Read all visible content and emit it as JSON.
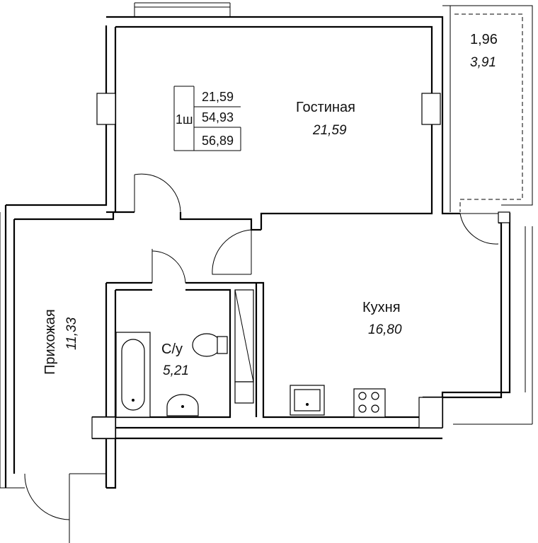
{
  "summary": {
    "unit": "1ш",
    "values": [
      "21,59",
      "54,93",
      "56,89"
    ]
  },
  "rooms": [
    {
      "id": "living",
      "name": "Гостиная",
      "area": "21,59"
    },
    {
      "id": "kitchen",
      "name": "Кухня",
      "area": "16,80"
    },
    {
      "id": "hallway",
      "name": "Прихожая",
      "area": "11,33"
    },
    {
      "id": "bathroom",
      "name": "С/у",
      "area": "5,21"
    },
    {
      "id": "balcony",
      "name": "",
      "area_primary": "1,96",
      "area_secondary": "3,91"
    }
  ]
}
